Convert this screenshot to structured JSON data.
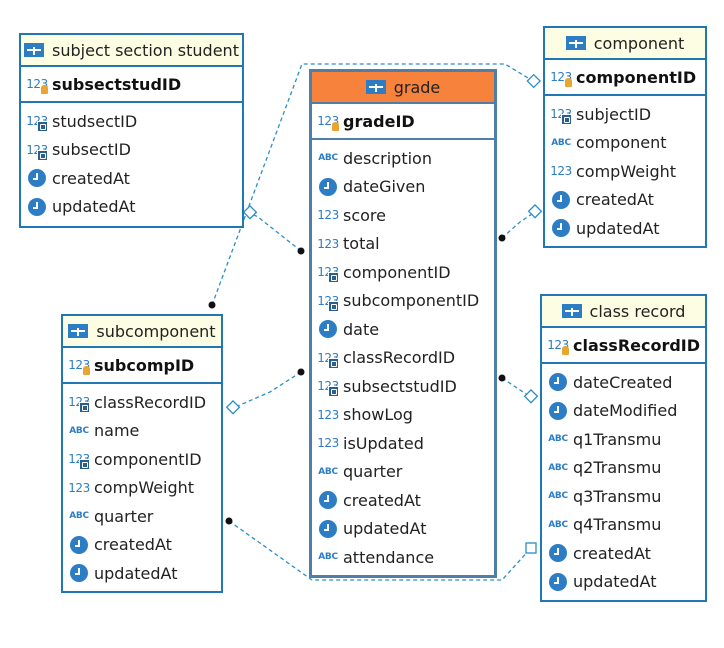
{
  "entities": {
    "subject_section_student": {
      "title": "subject section student",
      "pk": "subsectstudID",
      "columns": [
        {
          "name": "studsectID",
          "type": "fk"
        },
        {
          "name": "subsectID",
          "type": "fk"
        },
        {
          "name": "createdAt",
          "type": "time"
        },
        {
          "name": "updatedAt",
          "type": "time"
        }
      ]
    },
    "grade": {
      "title": "grade",
      "pk": "gradeID",
      "columns": [
        {
          "name": "description",
          "type": "text"
        },
        {
          "name": "dateGiven",
          "type": "time"
        },
        {
          "name": "score",
          "type": "num"
        },
        {
          "name": "total",
          "type": "num"
        },
        {
          "name": "componentID",
          "type": "fk"
        },
        {
          "name": "subcomponentID",
          "type": "fk"
        },
        {
          "name": "date",
          "type": "time"
        },
        {
          "name": "classRecordID",
          "type": "fk"
        },
        {
          "name": "subsectstudID",
          "type": "fk"
        },
        {
          "name": "showLog",
          "type": "num"
        },
        {
          "name": "isUpdated",
          "type": "num"
        },
        {
          "name": "quarter",
          "type": "text"
        },
        {
          "name": "createdAt",
          "type": "time"
        },
        {
          "name": "updatedAt",
          "type": "time"
        },
        {
          "name": "attendance",
          "type": "text"
        }
      ]
    },
    "component": {
      "title": "component",
      "pk": "componentID",
      "columns": [
        {
          "name": "subjectID",
          "type": "fk"
        },
        {
          "name": "component",
          "type": "text"
        },
        {
          "name": "compWeight",
          "type": "num"
        },
        {
          "name": "createdAt",
          "type": "time"
        },
        {
          "name": "updatedAt",
          "type": "time"
        }
      ]
    },
    "subcomponent": {
      "title": "subcomponent",
      "pk": "subcompID",
      "columns": [
        {
          "name": "classRecordID",
          "type": "fk"
        },
        {
          "name": "name",
          "type": "text"
        },
        {
          "name": "componentID",
          "type": "fk"
        },
        {
          "name": "compWeight",
          "type": "num"
        },
        {
          "name": "quarter",
          "type": "text"
        },
        {
          "name": "createdAt",
          "type": "time"
        },
        {
          "name": "updatedAt",
          "type": "time"
        }
      ]
    },
    "class_record": {
      "title": "class record",
      "pk": "classRecordID",
      "columns": [
        {
          "name": "dateCreated",
          "type": "time"
        },
        {
          "name": "dateModified",
          "type": "time"
        },
        {
          "name": "q1Transmu",
          "type": "text"
        },
        {
          "name": "q2Transmu",
          "type": "text"
        },
        {
          "name": "q3Transmu",
          "type": "text"
        },
        {
          "name": "q4Transmu",
          "type": "text"
        },
        {
          "name": "createdAt",
          "type": "time"
        },
        {
          "name": "updatedAt",
          "type": "time"
        }
      ]
    }
  },
  "icon_glyphs": {
    "num": "123",
    "text": "ABC"
  },
  "colors": {
    "border": "#1f77b4",
    "header": "#fdfde3",
    "selected_header": "#f6823c",
    "icon": "#2d7dc4",
    "line": "#2a8fc8"
  }
}
